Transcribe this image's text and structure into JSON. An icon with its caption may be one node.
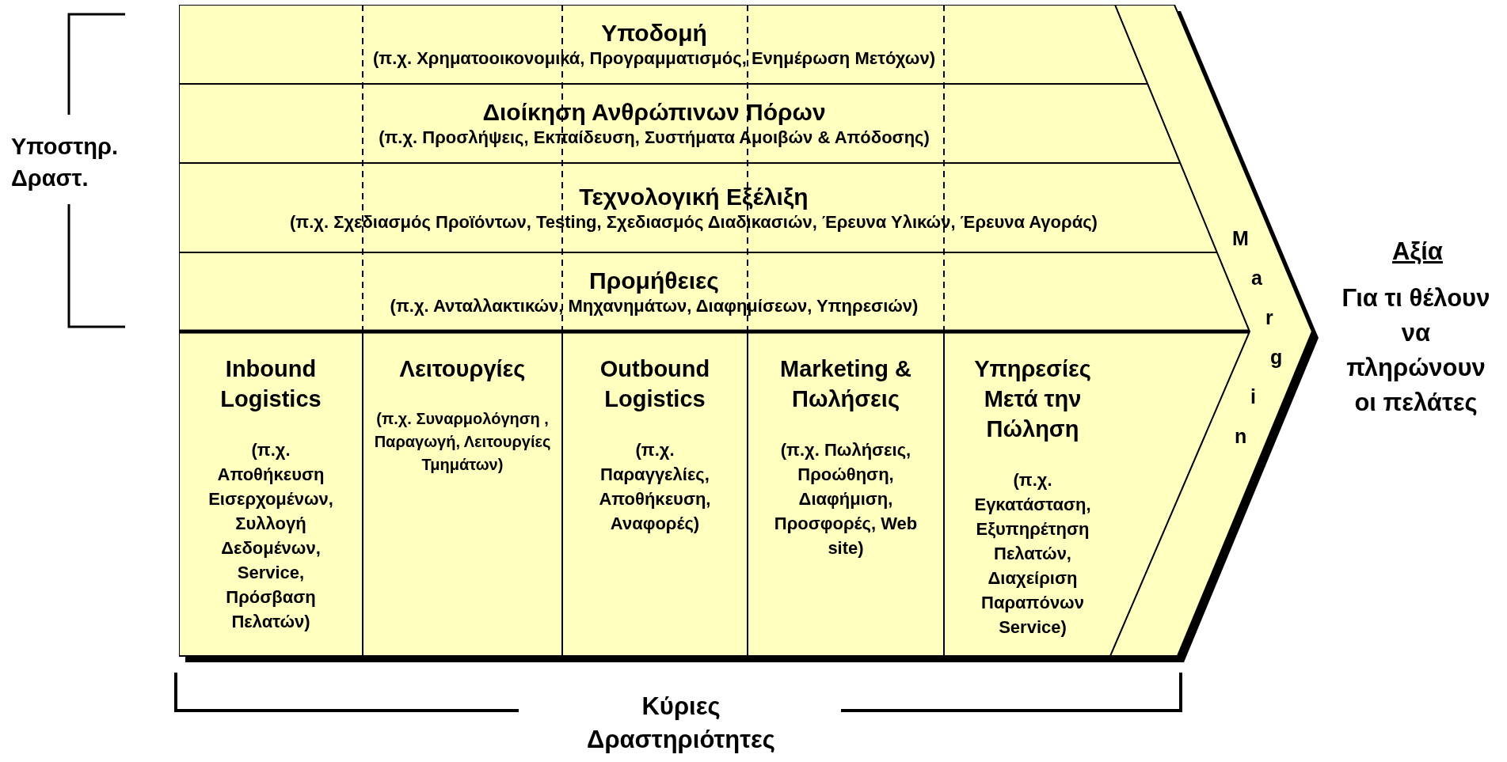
{
  "diagram": {
    "nodes": [
      {
        "text": [
          "Margin"
        ]
      },
      {
        "text": [
          "Υποδομή",
          "(π.χ. Χρηματοοικονομικά, Προγραμματισμός, Ενημέρωση Μετόχων)"
        ],
        "in": 0
      },
      {
        "text": [
          "Διοίκηση Ανθρώπινων Πόρων",
          "(π.χ. Προσλήψεις, Εκπαίδευση, Συστήματα Αμοιβών & Απόδοσης)"
        ],
        "in": 0
      },
      {
        "text": [
          "Τεχνολογική Εξέλιξη",
          "(π.χ. Σχεδιασμός Προϊόντων, Testing, Σχεδιασμός Διαδικασιών, Έρευνα Υλικών, Έρευνα Αγοράς)"
        ],
        "in": 0
      },
      {
        "text": [
          "Προμήθειες",
          "(π.χ. Ανταλλακτικών, Μηχανημάτων, Διαφημίσεων, Υπηρεσιών)"
        ],
        "in": 0
      },
      {
        "text": [
          "Inbound Logistics",
          "(π.χ. Αποθήκευση Εισερχομένων, Συλλογή Δεδομένων, Service, Πρόσβαση Πελατών)"
        ],
        "in": 0
      },
      {
        "text": [
          "Λειτουργίες",
          "(π.χ. Συναρμολόγηση , Παραγωγή, Λειτουργίες Τμημάτων)"
        ],
        "in": 0
      },
      {
        "text": [
          "Outbound Logistics",
          "(π.χ. Παραγγελίες, Αποθήκευση, Αναφορές)"
        ],
        "in": 0
      },
      {
        "text": [
          "Marketing & Πωλήσεις",
          "(π.χ. Πωλήσεις, Προώθηση, Διαφήμιση, Προσφορές, Web site)"
        ],
        "in": 0
      },
      {
        "text": [
          "Υπηρεσίες Μετά την Πώληση",
          "(π.χ. Εγκατάσταση, Εξυπηρέτηση Πελατών, Διαχείριση Παραπόνων Service)"
        ],
        "in": 0
      }
    ],
    "labels": [
      "Υποστηρ. Δραστ.",
      "Αξία",
      "Για τι θέλουν να πληρώνουν οι πελάτες",
      "Κύριες Δραστηριότητες"
    ]
  }
}
